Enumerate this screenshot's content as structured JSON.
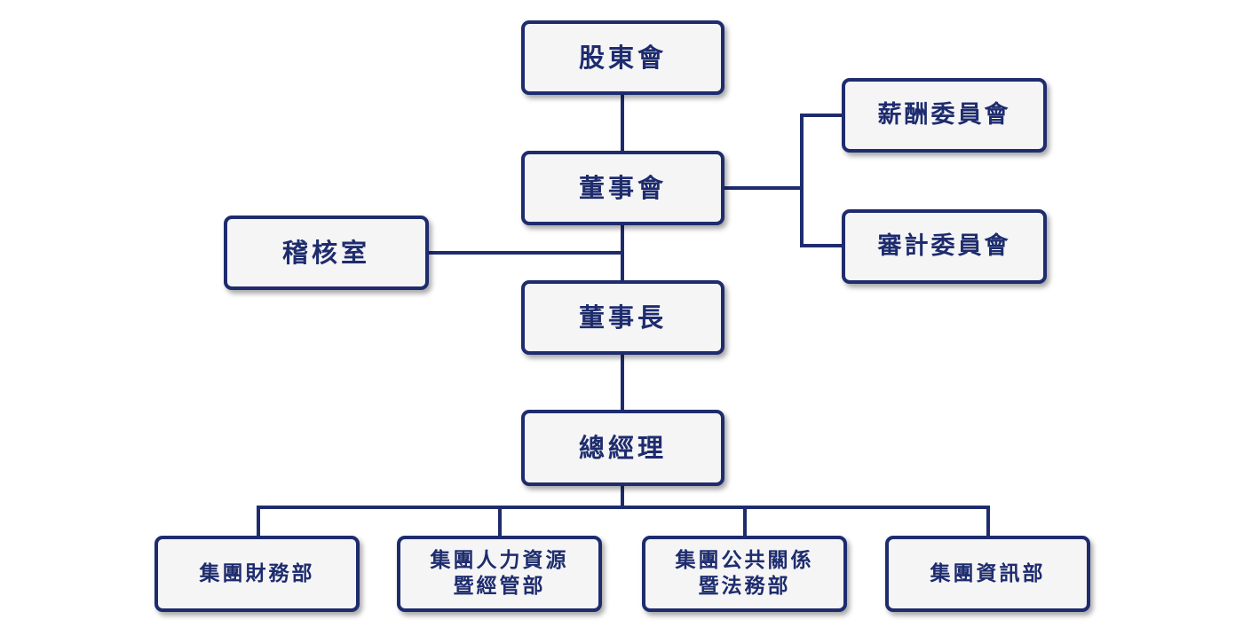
{
  "org_chart": {
    "shareholders": "股東會",
    "board": "董事會",
    "remuneration_committee": "薪酬委員會",
    "audit_committee": "審計委員會",
    "audit_office": "稽核室",
    "chairman": "董事長",
    "general_manager": "總經理",
    "departments": {
      "finance": "集團財務部",
      "hr_line1": "集團人力資源",
      "hr_line2": "暨經管部",
      "pr_line1": "集團公共關係",
      "pr_line2": "暨法務部",
      "it": "集團資訊部"
    }
  },
  "colors": {
    "border": "#1e2c6e",
    "text": "#1e2c6e",
    "fill": "#f5f5f5"
  }
}
